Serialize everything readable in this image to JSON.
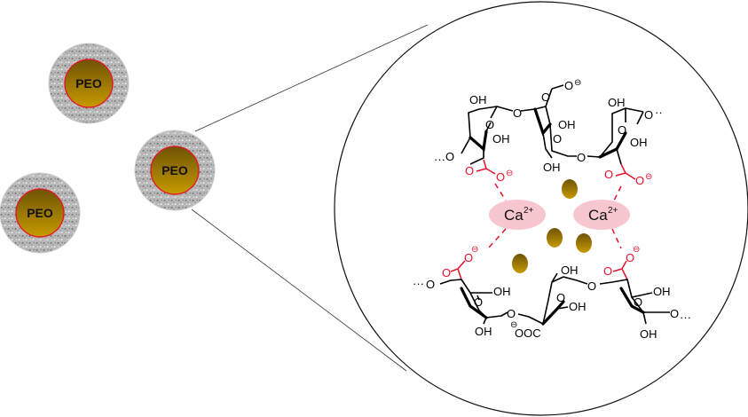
{
  "particles": [
    {
      "label": "PEO"
    },
    {
      "label": "PEO"
    },
    {
      "label": "PEO"
    }
  ],
  "colors": {
    "shell": "#a9a9a9",
    "core_dark": "#6e5306",
    "core_light": "#c79a00",
    "boundary": "#e8102a",
    "calcium_fill": "#f7c6cf"
  },
  "calcium": [
    {
      "symbol": "Ca",
      "charge": "2+"
    },
    {
      "symbol": "Ca",
      "charge": "2+"
    }
  ],
  "chem_labels": {
    "hydroxyl": "OH",
    "oxygen": "O",
    "carboxylate_o": "O",
    "anion_o": "O",
    "minus": "⊖",
    "coo_minus": "OOC"
  }
}
